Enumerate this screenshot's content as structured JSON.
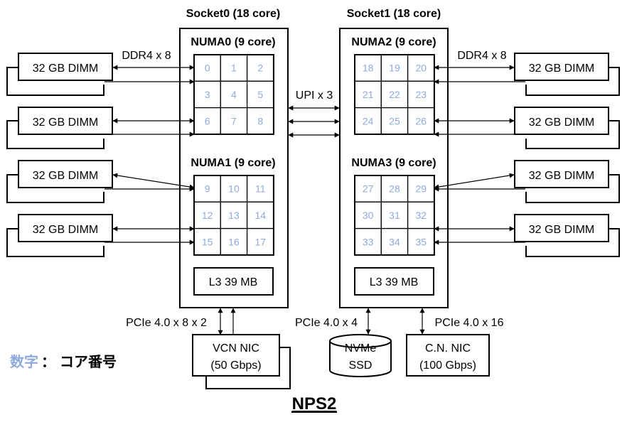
{
  "sockets": [
    {
      "title": "Socket0 (18 core)",
      "l3": "L3 39 MB",
      "numas": [
        {
          "label": "NUMA0 (9 core)",
          "cores": [
            "0",
            "1",
            "2",
            "3",
            "4",
            "5",
            "6",
            "7",
            "8"
          ]
        },
        {
          "label": "NUMA1 (9 core)",
          "cores": [
            "9",
            "10",
            "11",
            "12",
            "13",
            "14",
            "15",
            "16",
            "17"
          ]
        }
      ]
    },
    {
      "title": "Socket1 (18 core)",
      "l3": "L3 39 MB",
      "numas": [
        {
          "label": "NUMA2 (9 core)",
          "cores": [
            "18",
            "19",
            "20",
            "21",
            "22",
            "23",
            "24",
            "25",
            "26"
          ]
        },
        {
          "label": "NUMA3 (9 core)",
          "cores": [
            "27",
            "28",
            "29",
            "30",
            "31",
            "32",
            "33",
            "34",
            "35"
          ]
        }
      ]
    }
  ],
  "dimm_label": "32 GB DIMM",
  "ddr_label": "DDR4 x 8",
  "upi_label": "UPI x 3",
  "pcie": {
    "left": "PCIe 4.0 x 8 x 2",
    "mid": "PCIe 4.0 x 4",
    "right": "PCIe 4.0 x 16"
  },
  "devices": {
    "vcn_line1": "VCN NIC",
    "vcn_line2": "(50 Gbps)",
    "nvme_line1": "NVMe",
    "nvme_line2": "SSD",
    "cn_line1": "C.N. NIC",
    "cn_line2": "(100 Gbps)"
  },
  "legend": {
    "key": "数字",
    "sep": "：",
    "desc": "コア番号"
  },
  "footer": "NPS2",
  "colors": {
    "core_number": "#8ea9db",
    "legend_key": "#8ea9db",
    "stroke": "#000000"
  }
}
